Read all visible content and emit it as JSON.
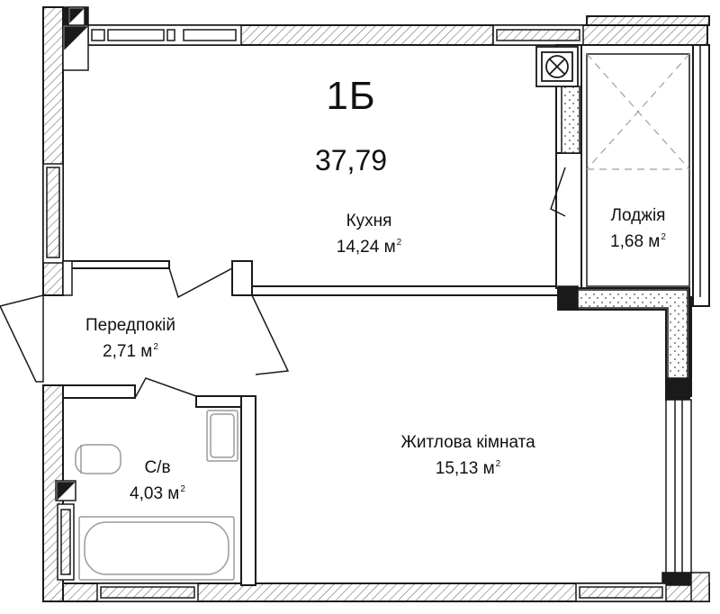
{
  "apartment": {
    "code": "1Б",
    "total_area": "37,79"
  },
  "rooms": [
    {
      "name": "Кухня",
      "area": "14,24 м",
      "unit_sup": "2"
    },
    {
      "name": "Лоджія",
      "area": "1,68 м",
      "unit_sup": "2"
    },
    {
      "name": "Передпокій",
      "area": "2,71 м",
      "unit_sup": "2"
    },
    {
      "name": "С/в",
      "area": "4,03 м",
      "unit_sup": "2"
    },
    {
      "name": "Житлова кімната",
      "area": "15,13 м",
      "unit_sup": "2"
    }
  ],
  "colors": {
    "wall_outline": "#1a1a1a",
    "hatch": "#6e6e6e",
    "furniture": "#9a9a9a",
    "dashed": "#a0a0a0"
  }
}
